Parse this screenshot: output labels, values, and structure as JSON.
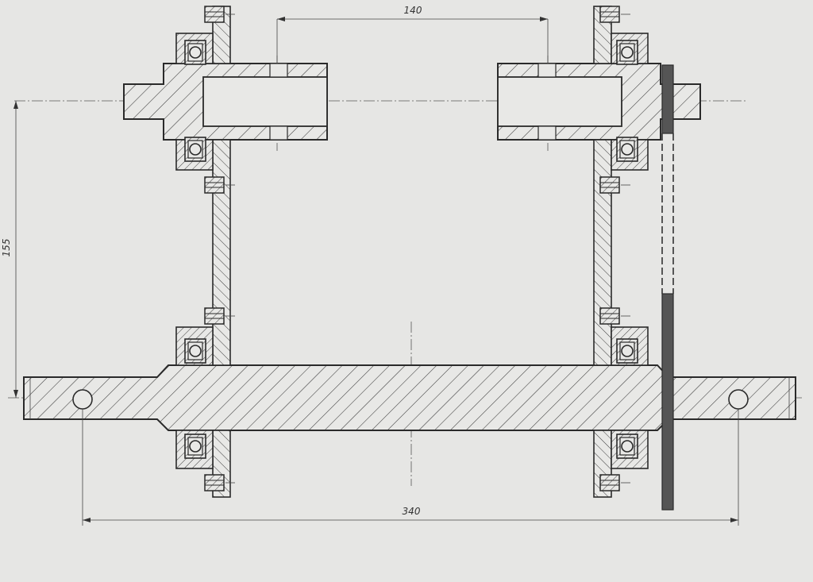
{
  "dimensions": {
    "top_span": "140",
    "vertical_span": "155",
    "bottom_span": "340"
  },
  "colors": {
    "paper": "#e6e6e4",
    "line": "#2a2a2a",
    "hatch": "#3a3a3a",
    "chain": "#555555"
  }
}
